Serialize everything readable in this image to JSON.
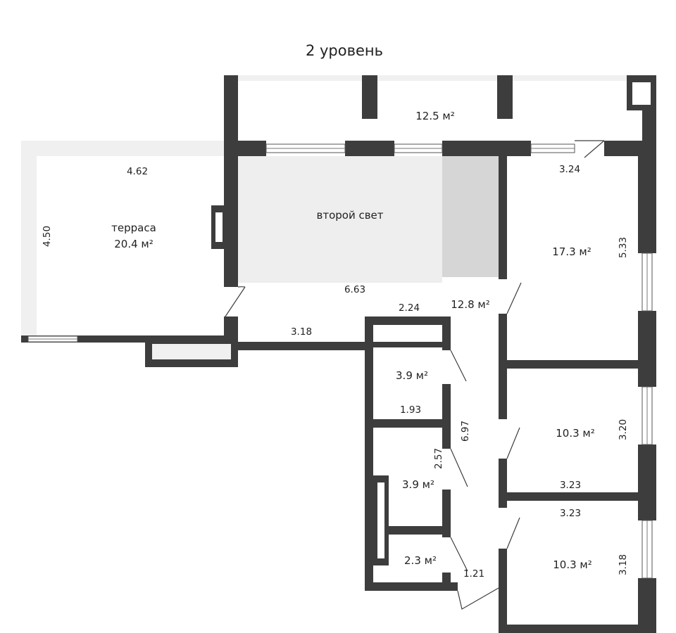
{
  "title": "2 уровень",
  "colors": {
    "wall": "#3d3d3d",
    "terrace_floor": "#f0f0f0",
    "second_light": "#eeeeee",
    "stair": "#d6d6d6",
    "text": "#222222"
  },
  "rooms": {
    "balcony_area": "12.5 м²",
    "terrace_name": "терраса",
    "terrace_area": "20.4 м²",
    "second_light": "второй свет",
    "hall_area": "12.8 м²",
    "room1_area": "17.3 м²",
    "room2_area": "10.3 м²",
    "room3_area": "10.3 м²",
    "closet_area": "3.9 м²",
    "bath_area": "3.9 м²",
    "wc_area": "2.3 м²"
  },
  "dimensions": {
    "terrace_width": "4.62",
    "terrace_height": "4.50",
    "hall_length": "6.63",
    "corridor_length": "3.18",
    "closet_top": "2.24",
    "closet_bottom": "1.93",
    "corridor_height": "6.97",
    "bath_height": "2.57",
    "corridor_end": "1.21",
    "room1_top": "3.24",
    "room1_height": "5.33",
    "room2_height": "3.20",
    "room2_bottom": "3.23",
    "room3_top": "3.23",
    "room3_height": "3.18"
  }
}
